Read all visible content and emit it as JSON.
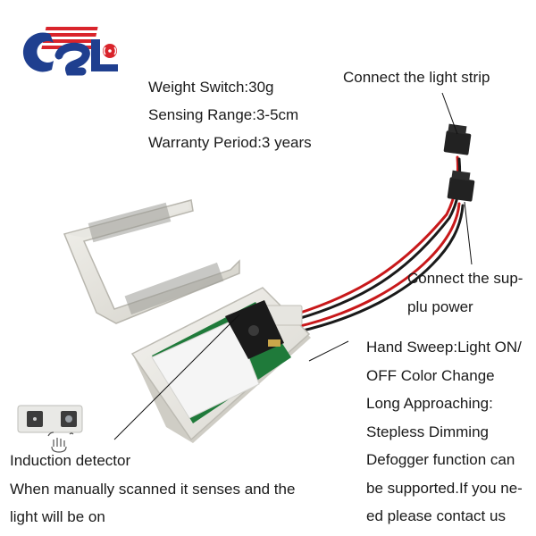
{
  "logo": {
    "text": "CSL"
  },
  "specs": [
    "Weight Switch:30g",
    "Sensing Range:3-5cm",
    "Warranty Period:3 years"
  ],
  "callouts": {
    "light_strip": "Connect the light strip",
    "power": [
      "Connect the sup-",
      "plu power"
    ],
    "hand_sweep": [
      "Hand Sweep:Light ON/",
      "OFF Color Change",
      "Long Approaching:",
      "Stepless Dimming",
      "Defogger function can",
      "be supported.If you ne-",
      "ed please contact us"
    ],
    "detector": [
      "Induction detector",
      "When manually scanned it senses and the",
      "light will be on"
    ]
  },
  "colors": {
    "logo_blue": "#1f3f8f",
    "logo_red": "#d9242b",
    "wire_red": "#c8181a",
    "wire_black": "#1a1a1a",
    "pcb_green": "#1f7a3a"
  }
}
